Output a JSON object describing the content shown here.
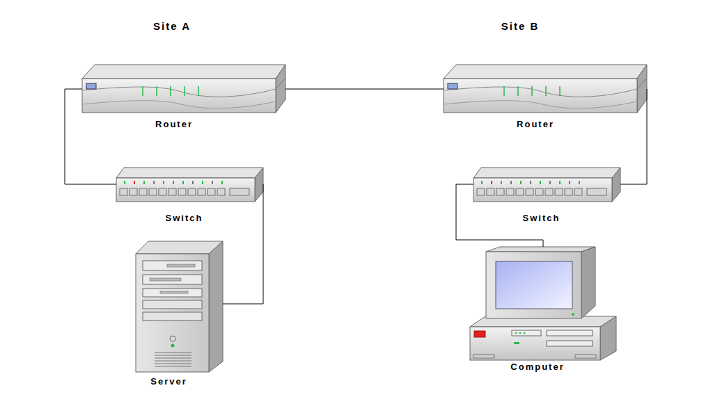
{
  "diagram": {
    "nodes": [
      {
        "text": [
          "Router"
        ]
      },
      {
        "text": [
          "Router"
        ]
      },
      {
        "text": [
          "Switch"
        ]
      },
      {
        "text": [
          "Switch"
        ]
      },
      {
        "text": [
          "Server"
        ]
      },
      {
        "text": [
          "Computer"
        ]
      }
    ],
    "edges": [
      {
        "from": 0,
        "to": 2,
        "arrow": "none"
      },
      {
        "from": 2,
        "to": 4,
        "arrow": "none"
      },
      {
        "from": 0,
        "to": 1,
        "arrow": "none"
      },
      {
        "from": 1,
        "to": 3,
        "arrow": "none"
      },
      {
        "from": 3,
        "to": 5,
        "arrow": "none"
      }
    ],
    "labels": [
      "Site A",
      "Site B"
    ]
  }
}
